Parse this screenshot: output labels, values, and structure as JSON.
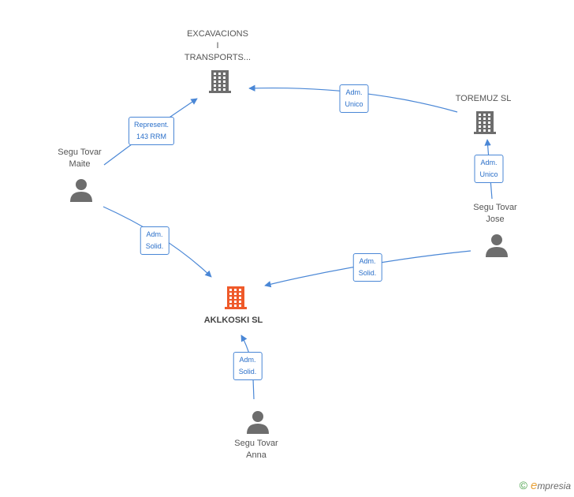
{
  "colors": {
    "edge": "#4a87d6",
    "company": "#6d6d6d",
    "company_main": "#ef5a2a",
    "person": "#6d6d6d"
  },
  "nodes": [
    {
      "id": "excavacions",
      "kind": "company",
      "icon": "building-icon",
      "label_lines": [
        "EXCAVACIONS",
        "I",
        "TRANSPORTS..."
      ]
    },
    {
      "id": "toremuz",
      "kind": "company",
      "icon": "building-icon",
      "label_lines": [
        "TOREMUZ SL"
      ]
    },
    {
      "id": "aklkoski",
      "kind": "company_main",
      "icon": "building-icon",
      "label_lines": [
        "AKLKOSKI SL"
      ]
    },
    {
      "id": "maite",
      "kind": "person",
      "icon": "person-icon",
      "label_lines": [
        "Segu Tovar",
        "Maite"
      ]
    },
    {
      "id": "jose",
      "kind": "person",
      "icon": "person-icon",
      "label_lines": [
        "Segu Tovar",
        "Jose"
      ]
    },
    {
      "id": "anna",
      "kind": "person",
      "icon": "person-icon",
      "label_lines": [
        "Segu Tovar",
        "Anna"
      ]
    }
  ],
  "edges": [
    {
      "id": "toremuz-excavacions",
      "from": "toremuz",
      "to": "excavacions",
      "label_lines": [
        "Adm.",
        "Unico"
      ]
    },
    {
      "id": "maite-excavacions",
      "from": "maite",
      "to": "excavacions",
      "label_lines": [
        "Represent.",
        "143 RRM"
      ]
    },
    {
      "id": "jose-toremuz",
      "from": "jose",
      "to": "toremuz",
      "label_lines": [
        "Adm.",
        "Unico"
      ]
    },
    {
      "id": "maite-aklkoski",
      "from": "maite",
      "to": "aklkoski",
      "label_lines": [
        "Adm.",
        "Solid."
      ]
    },
    {
      "id": "jose-aklkoski",
      "from": "jose",
      "to": "aklkoski",
      "label_lines": [
        "Adm.",
        "Solid."
      ]
    },
    {
      "id": "anna-aklkoski",
      "from": "anna",
      "to": "aklkoski",
      "label_lines": [
        "Adm.",
        "Solid."
      ]
    }
  ],
  "footer": {
    "copyright_symbol": "©",
    "brand_first": "e",
    "brand_rest": "mpresia"
  }
}
